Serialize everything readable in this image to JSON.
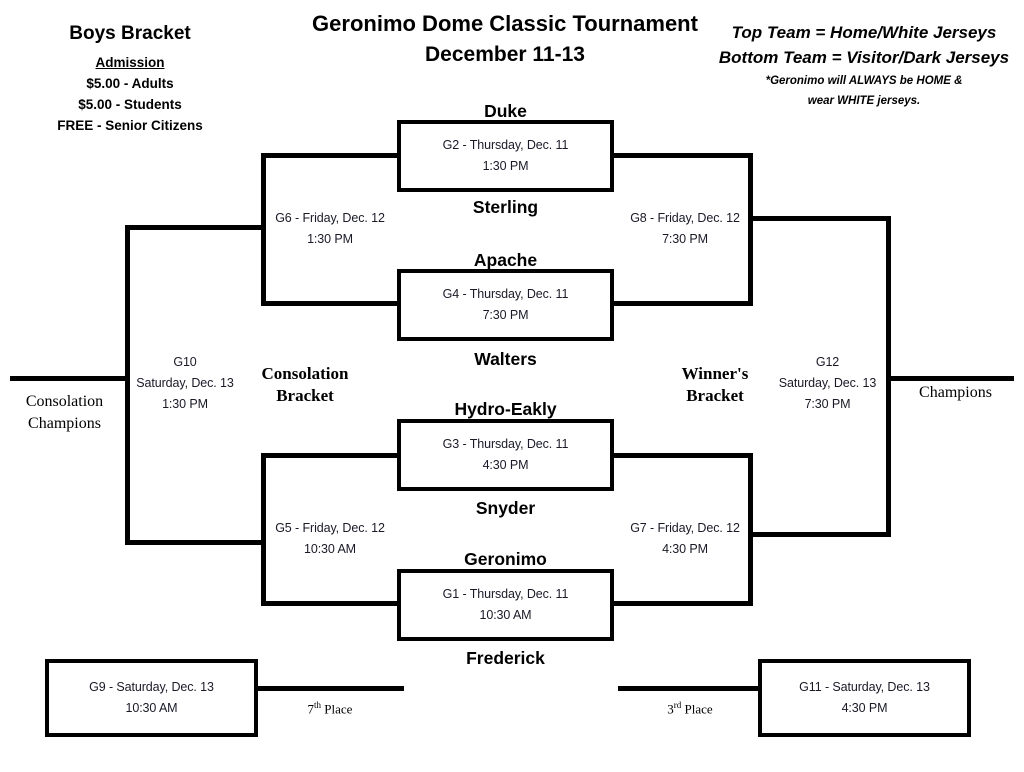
{
  "header": {
    "left": {
      "bracket_title": "Boys Bracket",
      "admission_title": "Admission",
      "prices": [
        "$5.00 - Adults",
        "$5.00 - Students",
        "FREE - Senior Citizens"
      ]
    },
    "title": "Geronimo Dome Classic Tournament",
    "subtitle": "December 11-13",
    "right": {
      "line1": "Top Team = Home/White Jerseys",
      "line2": "Bottom Team = Visitor/Dark Jerseys",
      "note1": "*Geronimo will ALWAYS be HOME &",
      "note2": "wear WHITE jerseys."
    }
  },
  "labels": {
    "consolation_bracket_1": "Consolation",
    "consolation_bracket_2": "Bracket",
    "winners_bracket_1": "Winner's",
    "winners_bracket_2": "Bracket",
    "consolation_champions_1": "Consolation",
    "consolation_champions_2": "Champions",
    "champions": "Champions",
    "seventh_place_num": "7",
    "seventh_place_sup": "th",
    "seventh_place_word": " Place",
    "third_place_num": "3",
    "third_place_sup": "rd",
    "third_place_word": " Place"
  },
  "teams": [
    {
      "id": "duke",
      "name": "Duke"
    },
    {
      "id": "sterling",
      "name": "Sterling"
    },
    {
      "id": "apache",
      "name": "Apache"
    },
    {
      "id": "walters",
      "name": "Walters"
    },
    {
      "id": "hydro-eakly",
      "name": "Hydro-Eakly"
    },
    {
      "id": "snyder",
      "name": "Snyder"
    },
    {
      "id": "geronimo",
      "name": "Geronimo"
    },
    {
      "id": "frederick",
      "name": "Frederick"
    }
  ],
  "games": {
    "g1": {
      "code": "G1",
      "line1": "G1 - Thursday, Dec. 11",
      "line2": "10:30 AM"
    },
    "g2": {
      "code": "G2",
      "line1": "G2 - Thursday, Dec. 11",
      "line2": "1:30 PM"
    },
    "g3": {
      "code": "G3",
      "line1": "G3 - Thursday, Dec. 11",
      "line2": "4:30 PM"
    },
    "g4": {
      "code": "G4",
      "line1": "G4 - Thursday, Dec. 11",
      "line2": "7:30 PM"
    },
    "g5": {
      "code": "G5",
      "line1": "G5 - Friday, Dec. 12",
      "line2": "10:30 AM"
    },
    "g6": {
      "code": "G6",
      "line1": "G6 - Friday, Dec. 12",
      "line2": "1:30 PM"
    },
    "g7": {
      "code": "G7",
      "line1": "G7 - Friday, Dec. 12",
      "line2": "4:30 PM"
    },
    "g8": {
      "code": "G8",
      "line1": "G8 - Friday, Dec. 12",
      "line2": "7:30 PM"
    },
    "g9": {
      "code": "G9",
      "line1": "G9 - Saturday, Dec. 13",
      "line2": "10:30 AM"
    },
    "g10": {
      "code": "G10",
      "line1": "G10",
      "line2": "Saturday, Dec. 13",
      "line3": "1:30 PM"
    },
    "g11": {
      "code": "G11",
      "line1": "G11 - Saturday, Dec. 13",
      "line2": "4:30 PM"
    },
    "g12": {
      "code": "G12",
      "line1": "G12",
      "line2": "Saturday, Dec. 13",
      "line3": "7:30 PM"
    }
  },
  "colors": {
    "line": "#000000",
    "text": "#111111",
    "game_text": "#1a1a28",
    "background": "#ffffff"
  }
}
